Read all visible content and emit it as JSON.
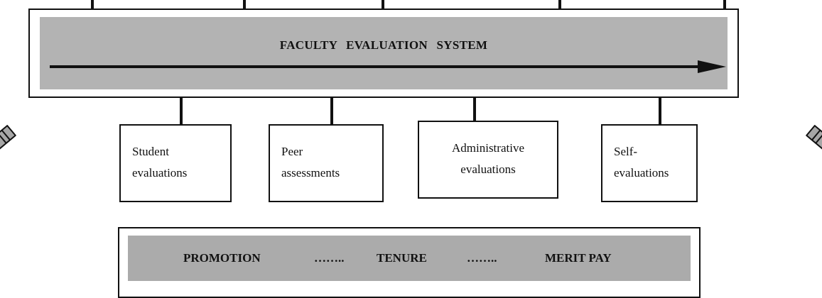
{
  "system": {
    "title": "FACULTY  EVALUATION  SYSTEM"
  },
  "sources": [
    {
      "line1": "Student",
      "line2": "evaluations"
    },
    {
      "line1": "Peer",
      "line2": "assessments"
    },
    {
      "line1": "Administrative",
      "line2": "evaluations"
    },
    {
      "line1": "Self-",
      "line2": "evaluations"
    }
  ],
  "outcomes": {
    "promotion": "PROMOTION",
    "sep1": "……..",
    "tenure": "TENURE",
    "sep2": "……..",
    "merit_pay": "MERIT PAY"
  },
  "colors": {
    "banner_fill": "#b3b3b3",
    "outcome_fill": "#ababab",
    "arrow_fill": "#a6a6a6",
    "line": "#111111"
  }
}
